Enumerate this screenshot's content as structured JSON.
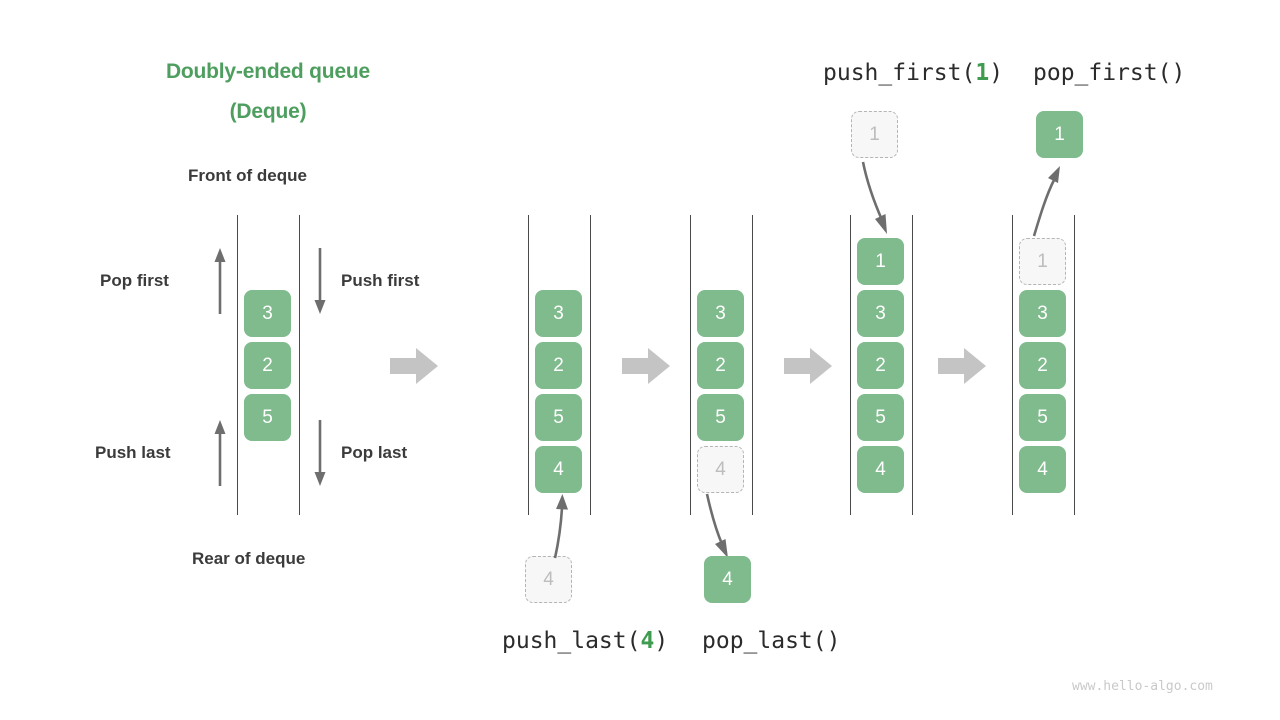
{
  "diagram": {
    "title_line1": "Doubly-ended queue",
    "title_line2": "(Deque)",
    "front_label": "Front of deque",
    "rear_label": "Rear of deque",
    "watermark": "www.hello-algo.com",
    "accent_green": "#4E9E5F",
    "cell_green": "#7FBB8D",
    "ghost_gray": "#F7F7F7",
    "arrow_gray": "#C4C4C4",
    "line_gray": "#6E6E6E",
    "text_dark": "#3B3B3B"
  },
  "operations": {
    "pop_first": "Pop first",
    "push_first": "Push first",
    "push_last": "Push last",
    "pop_last": "Pop last"
  },
  "op_headers": {
    "push_first_prefix": "push_first(",
    "push_first_arg": "1",
    "push_first_suffix": ")",
    "pop_first": "pop_first()",
    "push_last_prefix": "push_last(",
    "push_last_arg": "4",
    "push_last_suffix": ")",
    "pop_last": "pop_last()"
  },
  "panels": [
    {
      "id": "initial",
      "name": "initial-deque",
      "cells": [
        "3",
        "2",
        "5"
      ],
      "ghosts": []
    },
    {
      "id": "after-push-last",
      "name": "deque-after-push-last",
      "cells": [
        "3",
        "2",
        "5",
        "4"
      ],
      "incoming_value": "4"
    },
    {
      "id": "pop-last",
      "name": "deque-pop-last",
      "cells": [
        "3",
        "2",
        "5"
      ],
      "ghost_value": "4",
      "outgoing_value": "4"
    },
    {
      "id": "after-push-first",
      "name": "deque-after-push-first",
      "cells": [
        "1",
        "3",
        "2",
        "5",
        "4"
      ],
      "incoming_value": "1"
    },
    {
      "id": "pop-first",
      "name": "deque-pop-first",
      "cells": [
        "3",
        "2",
        "5",
        "4"
      ],
      "ghost_value": "1",
      "outgoing_value": "1"
    }
  ],
  "chart_data": {
    "type": "diagram",
    "title": "Doubly-ended queue (Deque)",
    "description": "Deque operations: push_first, pop_first, push_last, pop_last shown as five sequential column states",
    "states": [
      {
        "step": 0,
        "contents": [
          "3",
          "2",
          "5"
        ],
        "operation": null
      },
      {
        "step": 1,
        "contents": [
          "3",
          "2",
          "5",
          "4"
        ],
        "operation": "push_last(4)"
      },
      {
        "step": 2,
        "contents": [
          "3",
          "2",
          "5"
        ],
        "operation": "pop_last()"
      },
      {
        "step": 3,
        "contents": [
          "1",
          "3",
          "2",
          "5",
          "4"
        ],
        "operation": "push_first(1)"
      },
      {
        "step": 4,
        "contents": [
          "3",
          "2",
          "5",
          "4"
        ],
        "operation": "pop_first()"
      }
    ]
  }
}
